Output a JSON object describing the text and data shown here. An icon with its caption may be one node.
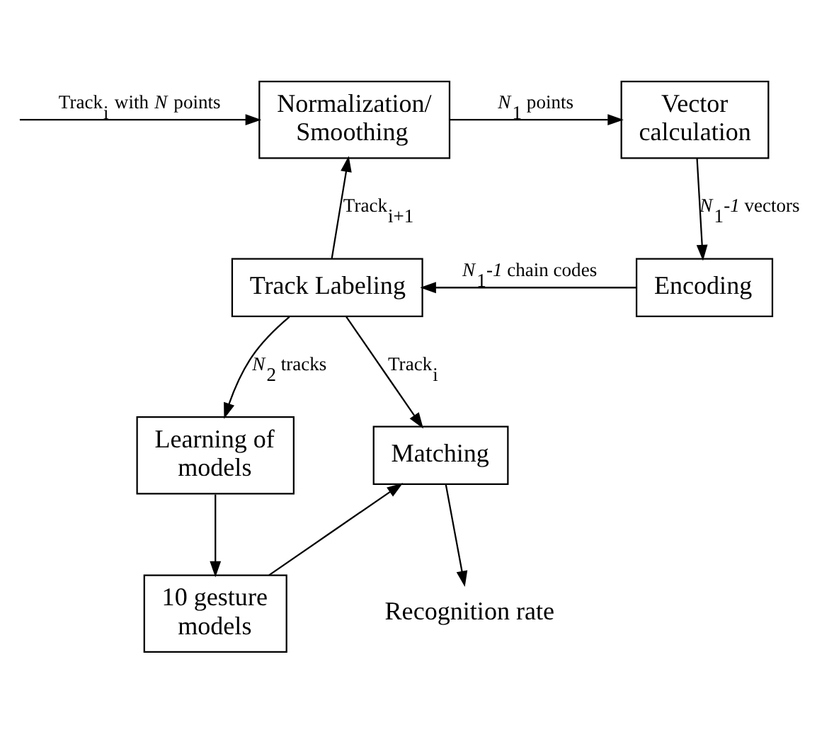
{
  "diagram": {
    "nodes": [
      {
        "text": [
          "Normalization/ Smoothing"
        ]
      },
      {
        "text": [
          "Vector calculation"
        ]
      },
      {
        "text": [
          "Encoding"
        ]
      },
      {
        "text": [
          "Track Labeling"
        ]
      },
      {
        "text": [
          "Learning of models"
        ]
      },
      {
        "text": [
          "Matching"
        ]
      },
      {
        "text": [
          "10 gesture models"
        ]
      },
      {
        "text": [
          "Recognition rate"
        ]
      }
    ],
    "edges": [
      {
        "from": null,
        "to": 0,
        "arrow": "to",
        "label": "Track$_{i}$ with *N* points"
      },
      {
        "from": 0,
        "to": 1,
        "arrow": "to",
        "label": "*N*$_{1}$ points"
      },
      {
        "from": 1,
        "to": 2,
        "arrow": "to",
        "label": "*N*$_{1}$*-1* vectors"
      },
      {
        "from": 2,
        "to": 3,
        "arrow": "to",
        "label": "*N*$_{1}$*-1* chain codes"
      },
      {
        "from": 3,
        "to": 0,
        "arrow": "to",
        "label": "Track$_{i+1}$"
      },
      {
        "from": 3,
        "to": 4,
        "arrow": "to",
        "label": "*N*$_{2}$ tracks"
      },
      {
        "from": 3,
        "to": 5,
        "arrow": "to",
        "label": "Track$_{i}$"
      },
      {
        "from": 4,
        "to": 6,
        "arrow": "to"
      },
      {
        "from": 6,
        "to": 5,
        "arrow": "to"
      },
      {
        "from": 5,
        "to": 7,
        "arrow": "to"
      }
    ]
  }
}
